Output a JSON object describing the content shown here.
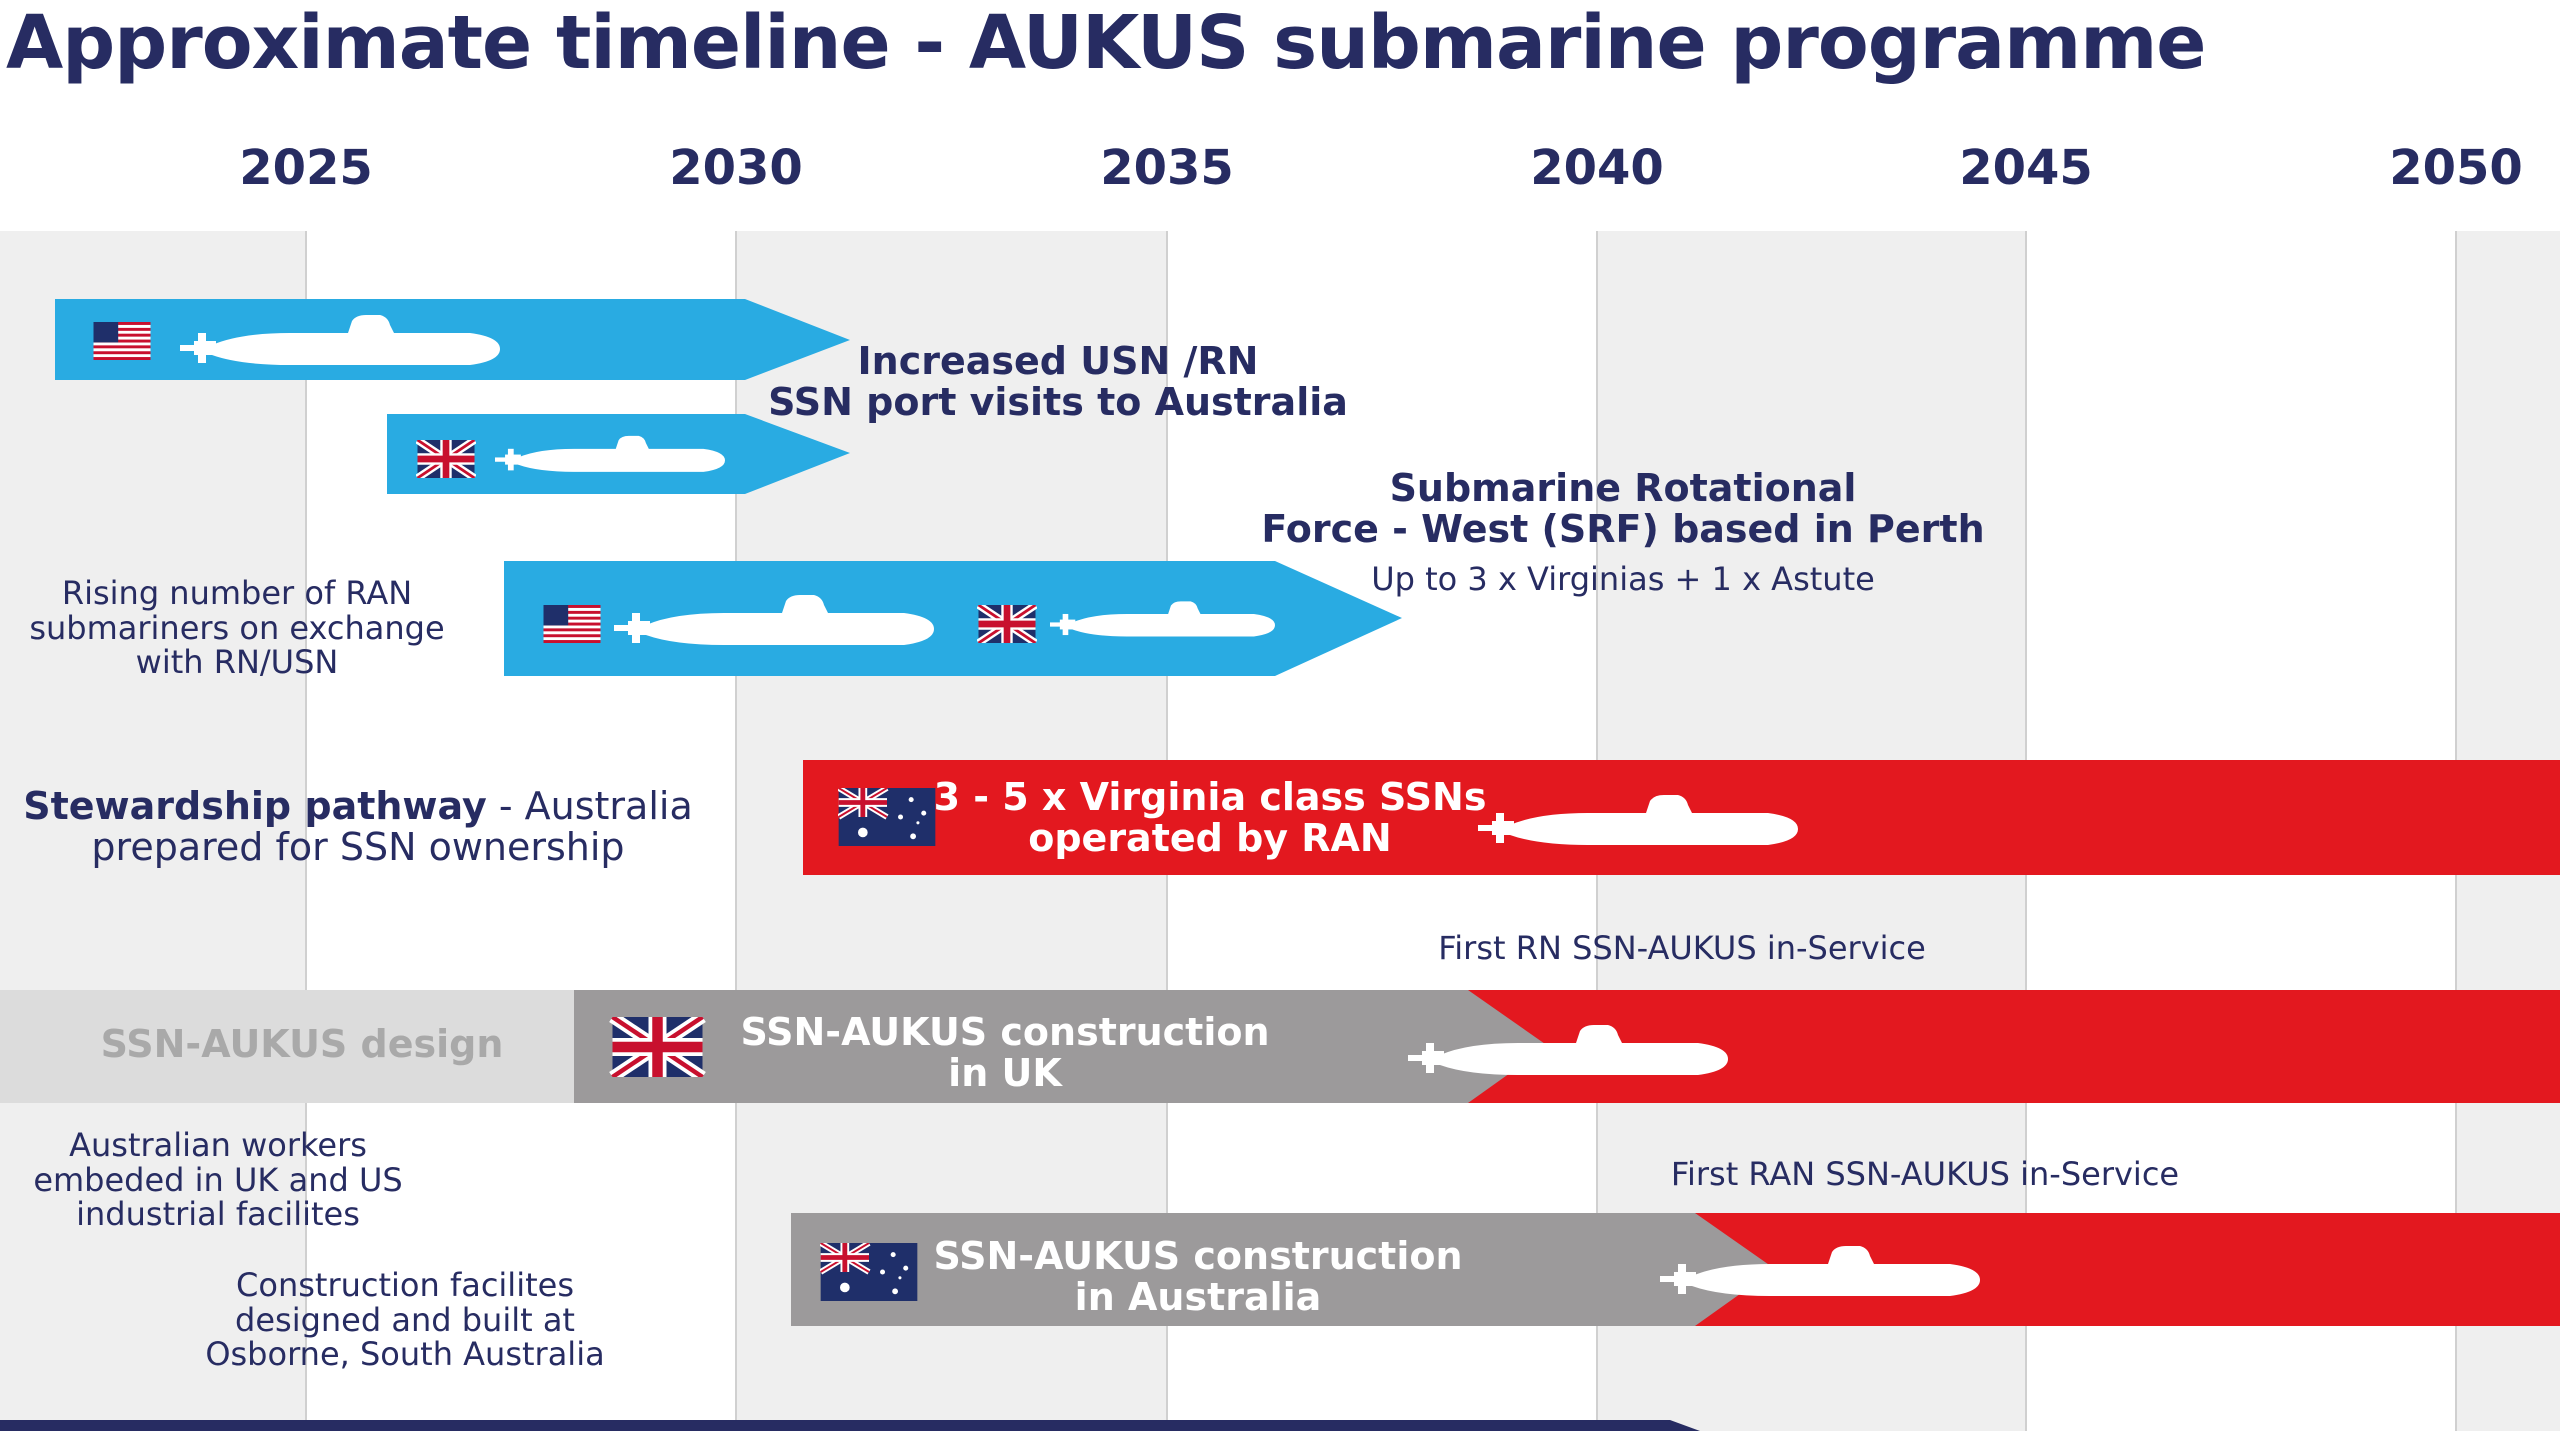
{
  "title": "Approximate timeline - AUKUS submarine programme",
  "years": [
    "2025",
    "2030",
    "2035",
    "2040",
    "2045",
    "2050"
  ],
  "colors": {
    "navy": "#272c62",
    "blue": "#29abe2",
    "red": "#e3181f",
    "grey": "#9c9a9b",
    "light_grey": "#dcdcdc",
    "band": "#efefef"
  },
  "labels": {
    "port_visits": [
      "Increased USN /RN",
      "SSN port visits to Australia"
    ],
    "srf_title": [
      "Submarine Rotational",
      "Force - West (SRF) based in Perth"
    ],
    "srf_sub": "Up to 3 x Virginias + 1 x Astute",
    "ran_exchange": [
      "Rising number of RAN",
      "submariners on exchange",
      "with RN/USN"
    ],
    "stewardship_bold": "Stewardship pathway",
    "stewardship_rest": " - Australia",
    "stewardship_line2": "prepared for SSN ownership",
    "virginia": [
      "3 - 5 x Virginia class SSNs",
      "operated by RAN"
    ],
    "first_rn": "First RN SSN-AUKUS in-Service",
    "design": "SSN-AUKUS design",
    "uk_construction": [
      "SSN-AUKUS construction",
      "in UK"
    ],
    "workers": [
      "Australian workers",
      "embeded in UK and US",
      "industrial facilites"
    ],
    "first_ran": "First RAN SSN-AUKUS in-Service",
    "au_construction": [
      "SSN-AUKUS construction",
      "in Australia"
    ],
    "facilities": [
      "Construction facilites",
      "designed and built at",
      "Osborne, South Australia"
    ]
  },
  "flags": [
    "us-flag",
    "uk-flag",
    "australia-flag"
  ],
  "icons": [
    "submarine-icon"
  ]
}
